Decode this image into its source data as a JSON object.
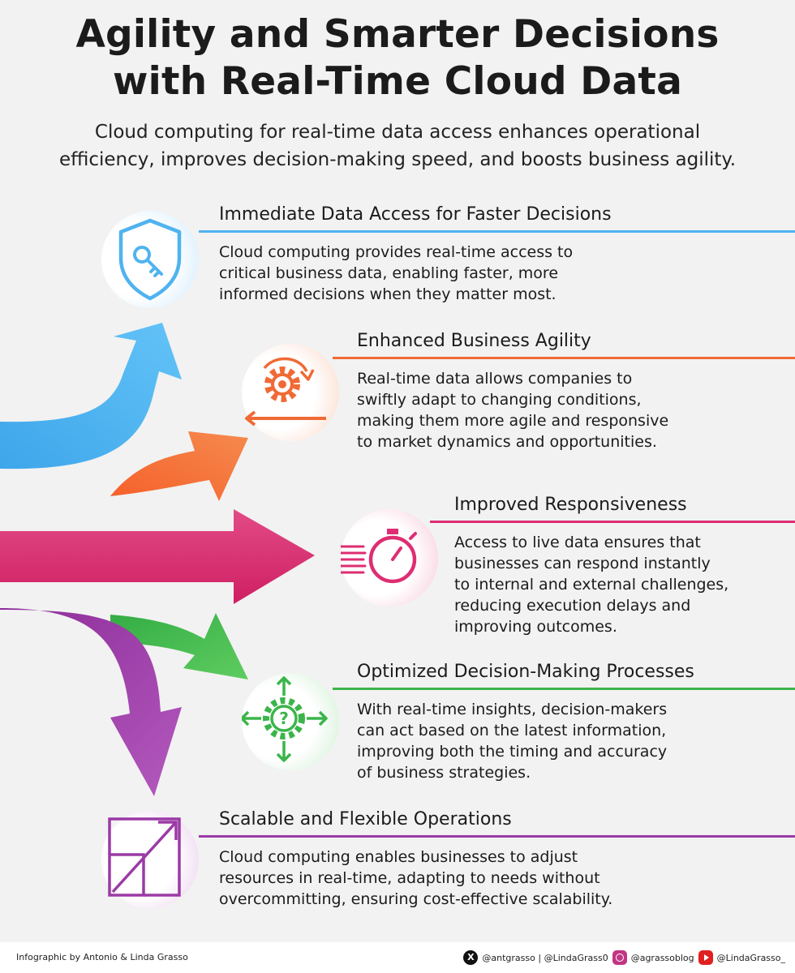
{
  "title": {
    "line1": "Agility and Smarter Decisions",
    "line2": "with Real-Time Cloud Data"
  },
  "subtitle": {
    "line1": "Cloud computing for real-time data access enhances operational",
    "line2": "efficiency, improves decision-making speed, and boosts business agility."
  },
  "colors": {
    "blue": "#4fb3ef",
    "orange": "#f06a35",
    "magenta": "#de2d72",
    "green": "#3bb54a",
    "purple": "#9b3aa6"
  },
  "sections": [
    {
      "heading": "Immediate Data Access for Faster Decisions",
      "icon": "shield-key-icon",
      "body": [
        "Cloud computing provides real-time access to",
        "critical business data, enabling faster, more",
        "informed decisions when they matter most."
      ]
    },
    {
      "heading": "Enhanced Business Agility",
      "icon": "gear-cycle-icon",
      "body": [
        "Real-time data allows companies to",
        "swiftly adapt to changing conditions,",
        "making them more agile and responsive",
        "to market dynamics and opportunities."
      ]
    },
    {
      "heading": "Improved Responsiveness",
      "icon": "stopwatch-icon",
      "body": [
        "Access to live data ensures that",
        "businesses can respond instantly",
        "to internal and external challenges,",
        "reducing execution delays and",
        "improving outcomes."
      ]
    },
    {
      "heading": "Optimized Decision-Making Processes",
      "icon": "decision-question-icon",
      "body": [
        "With real-time insights, decision-makers",
        "can act based on the latest information,",
        "improving both the timing and accuracy",
        "of business strategies."
      ]
    },
    {
      "heading": "Scalable and Flexible Operations",
      "icon": "scale-expand-icon",
      "body": [
        "Cloud computing enables businesses to adjust",
        "resources in real-time, adapting to needs without",
        "overcommitting, ensuring cost-effective scalability."
      ]
    }
  ],
  "footer": {
    "credit": "Infographic by Antonio & Linda Grasso",
    "x_handles": "@antgrasso | @LindaGrass0",
    "instagram": "@agrassoblog",
    "youtube": "@LindaGrasso_"
  }
}
